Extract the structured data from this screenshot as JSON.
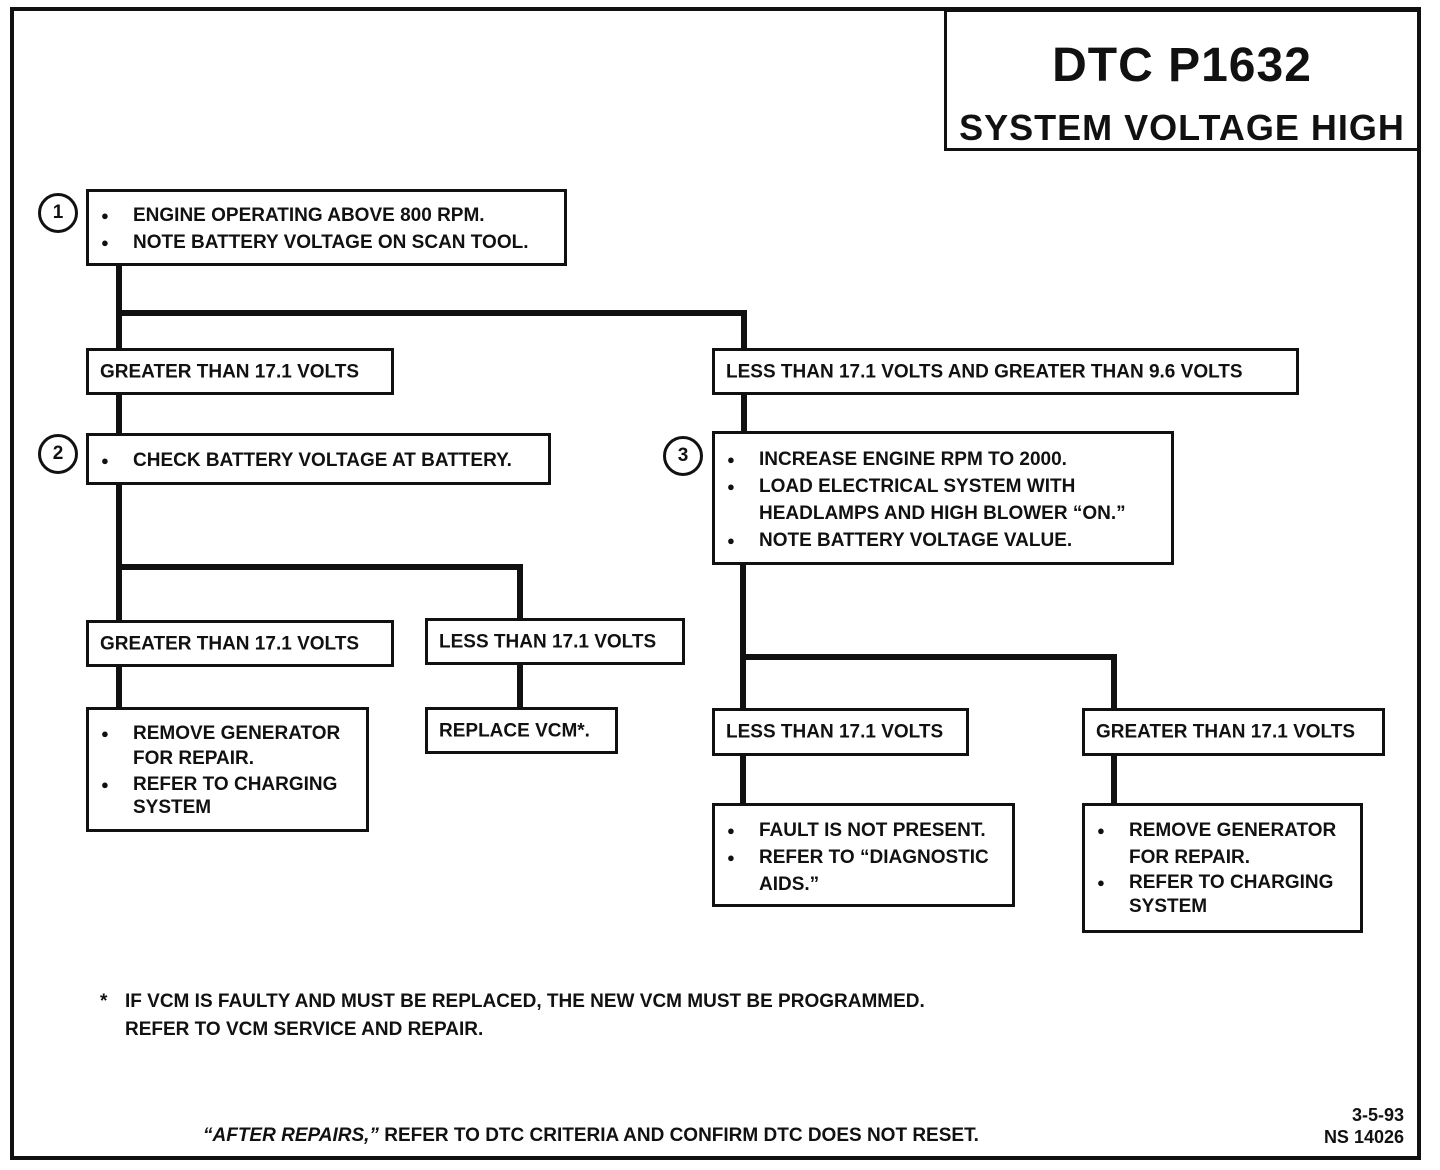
{
  "title": {
    "code": "DTC P1632",
    "subtitle": "SYSTEM VOLTAGE HIGH"
  },
  "steps": [
    {
      "number": "1",
      "bullets": [
        "ENGINE OPERATING ABOVE 800 RPM.",
        "NOTE BATTERY VOLTAGE ON SCAN TOOL."
      ]
    },
    {
      "number": "2",
      "bullets": [
        "CHECK BATTERY VOLTAGE AT BATTERY."
      ]
    },
    {
      "number": "3",
      "bullets": [
        "INCREASE ENGINE RPM TO 2000.",
        "LOAD ELECTRICAL SYSTEM WITH\nHEADLAMPS AND HIGH BLOWER “ON.”",
        "NOTE BATTERY VOLTAGE VALUE."
      ]
    }
  ],
  "conditions": {
    "step1_high": "GREATER THAN 17.1 VOLTS",
    "step1_mid": "LESS THAN 17.1 VOLTS AND GREATER THAN 9.6 VOLTS",
    "step2_high": "GREATER THAN 17.1 VOLTS",
    "step2_low": "LESS THAN 17.1 VOLTS",
    "step3_low": "LESS THAN 17.1 VOLTS",
    "step3_high": "GREATER THAN 17.1 VOLTS"
  },
  "results": {
    "step2_high": [
      "REMOVE GENERATOR\nFOR REPAIR.",
      "REFER TO CHARGING\nSYSTEM"
    ],
    "step2_low": "REPLACE VCM*.",
    "step3_low": [
      "FAULT IS NOT PRESENT.",
      "REFER TO “DIAGNOSTIC\nAIDS.”"
    ],
    "step3_high": [
      "REMOVE GENERATOR\nFOR REPAIR.",
      "REFER TO CHARGING\nSYSTEM"
    ]
  },
  "footnote": {
    "marker": "*",
    "text": "IF VCM IS FAULTY AND MUST BE REPLACED, THE NEW VCM MUST BE PROGRAMMED.\nREFER TO VCM SERVICE AND REPAIR."
  },
  "after_repairs": {
    "emphasis": "“AFTER REPAIRS,”",
    "text": " REFER TO DTC CRITERIA AND CONFIRM DTC DOES NOT RESET."
  },
  "reference": {
    "date": "3-5-93",
    "id": "NS 14026"
  }
}
